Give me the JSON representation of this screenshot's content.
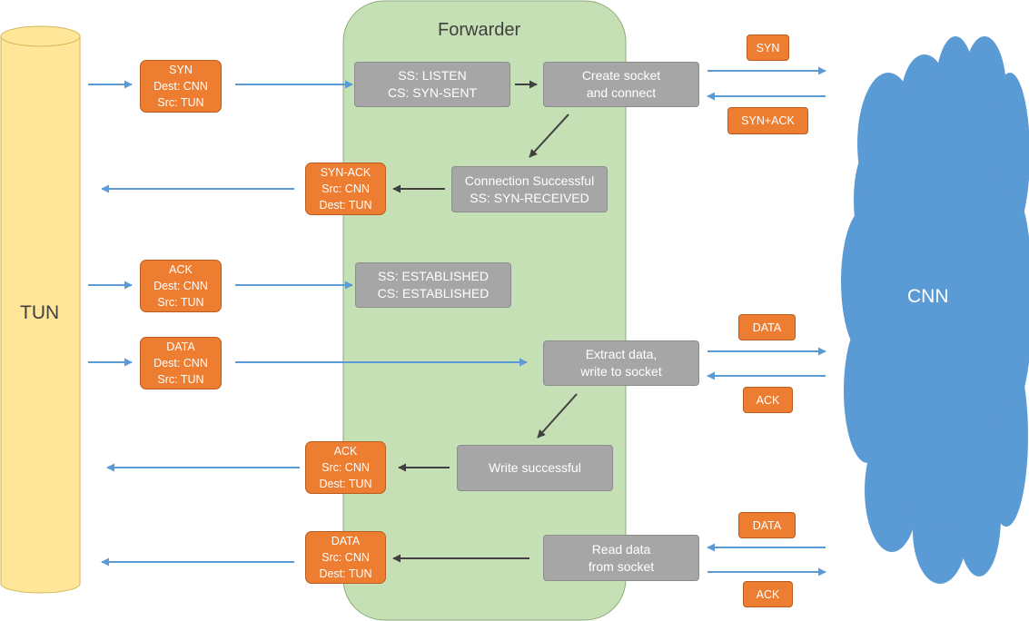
{
  "tun": {
    "label": "TUN"
  },
  "forwarder": {
    "title": "Forwarder"
  },
  "cnn": {
    "label": "CNN"
  },
  "packets": [
    {
      "id": "syn",
      "lines": [
        "SYN",
        "Dest: CNN",
        "Src: TUN"
      ]
    },
    {
      "id": "syn-ack",
      "lines": [
        "SYN-ACK",
        "Src: CNN",
        "Dest: TUN"
      ]
    },
    {
      "id": "ack",
      "lines": [
        "ACK",
        "Dest: CNN",
        "Src: TUN"
      ]
    },
    {
      "id": "data-in",
      "lines": [
        "DATA",
        "Dest: CNN",
        "Src: TUN"
      ]
    },
    {
      "id": "ack-back",
      "lines": [
        "ACK",
        "Src: CNN",
        "Dest: TUN"
      ]
    },
    {
      "id": "data-out",
      "lines": [
        "DATA",
        "Src: CNN",
        "Dest: TUN"
      ]
    }
  ],
  "states": [
    {
      "id": "listen",
      "lines": [
        "SS: LISTEN",
        "CS: SYN-SENT"
      ]
    },
    {
      "id": "create",
      "lines": [
        "Create socket",
        "and connect"
      ]
    },
    {
      "id": "conn-success",
      "lines": [
        "Connection Successful",
        "SS: SYN-RECEIVED"
      ]
    },
    {
      "id": "established",
      "lines": [
        "SS: ESTABLISHED",
        "CS: ESTABLISHED"
      ]
    },
    {
      "id": "extract",
      "lines": [
        "Extract data,",
        "write to socket"
      ]
    },
    {
      "id": "write-ok",
      "lines": [
        "Write successful"
      ]
    },
    {
      "id": "read",
      "lines": [
        "Read data",
        "from socket"
      ]
    }
  ],
  "cnn_labels": [
    {
      "id": "syn",
      "text": "SYN"
    },
    {
      "id": "syn-ack",
      "text": "SYN+ACK"
    },
    {
      "id": "data-1",
      "text": "DATA"
    },
    {
      "id": "ack-1",
      "text": "ACK"
    },
    {
      "id": "data-2",
      "text": "DATA"
    },
    {
      "id": "ack-2",
      "text": "ACK"
    }
  ],
  "colors": {
    "tun_fill": "#ffe699",
    "tun_stroke": "#d6b656",
    "forwarder_fill": "#c5e0b4",
    "forwarder_stroke": "#8faa7a",
    "packet": "#ed7d31",
    "state": "#a6a6a6",
    "cloud": "#5b9bd5",
    "arrow_blue": "#5b9bd5",
    "arrow_dark": "#404040"
  }
}
